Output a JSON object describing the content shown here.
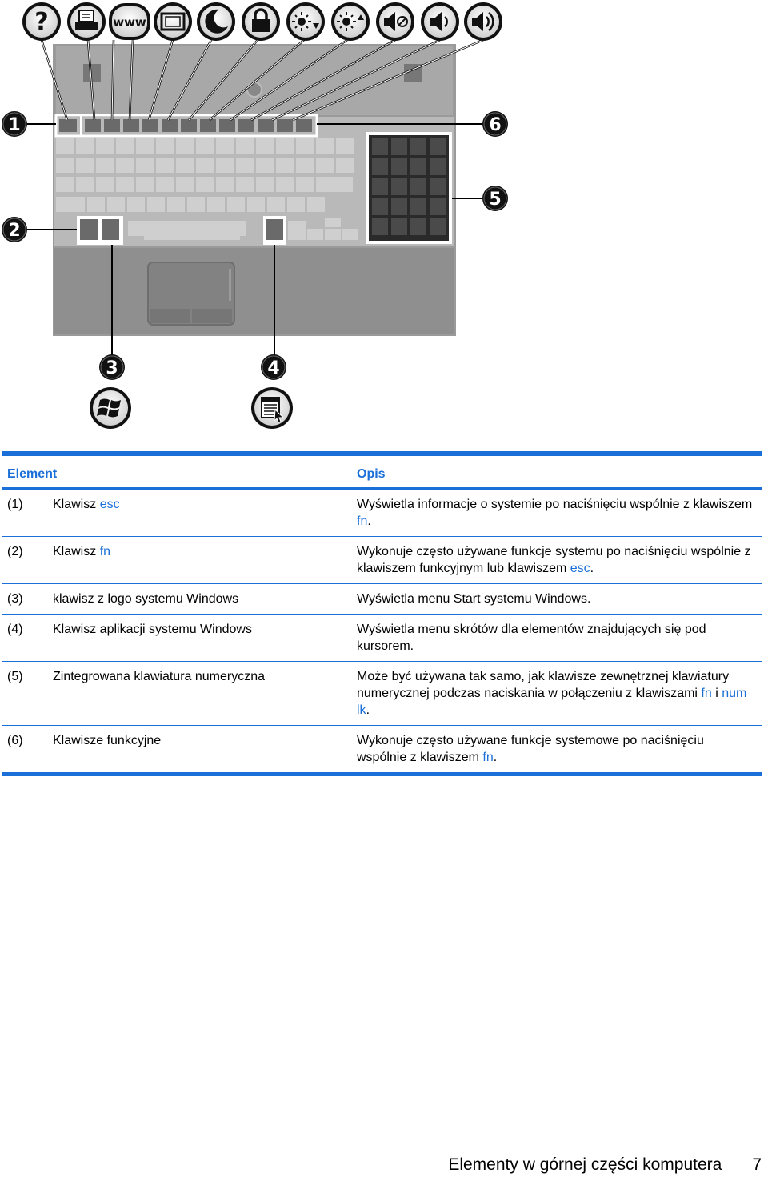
{
  "table": {
    "header": {
      "element": "Element",
      "description": "Opis"
    },
    "rows": [
      {
        "num": "(1)",
        "el_pre": "Klawisz ",
        "el_key": "esc",
        "desc_pre": "Wyświetla informacje o systemie po naciśnięciu wspólnie z klawiszem ",
        "desc_key": "fn",
        "desc_post": "."
      },
      {
        "num": "(2)",
        "el_pre": "Klawisz ",
        "el_key": "fn",
        "desc_pre": "Wykonuje często używane funkcje systemu po naciśnięciu wspólnie z klawiszem funkcyjnym lub klawiszem ",
        "desc_key": "esc",
        "desc_post": "."
      },
      {
        "num": "(3)",
        "el_pre": "klawisz z logo systemu Windows",
        "desc_pre": "Wyświetla menu Start systemu Windows."
      },
      {
        "num": "(4)",
        "el_pre": "Klawisz aplikacji systemu Windows",
        "desc_pre": "Wyświetla menu skrótów dla elementów znajdujących się pod kursorem."
      },
      {
        "num": "(5)",
        "el_pre": "Zintegrowana klawiatura numeryczna",
        "desc_pre": "Może być używana tak samo, jak klawisze zewnętrznej klawiatury numerycznej podczas naciskania w połączeniu z klawiszami ",
        "desc_key": "fn",
        "desc_mid": " i ",
        "desc_key2": "num lk",
        "desc_post": "."
      },
      {
        "num": "(6)",
        "el_pre": "Klawisze funkcyjne",
        "desc_pre": "Wykonuje często używane funkcje systemowe po naciśnięciu wspólnie z klawiszem ",
        "desc_key": "fn",
        "desc_post": "."
      }
    ]
  },
  "figure": {
    "callouts": [
      "1",
      "2",
      "3",
      "4",
      "5",
      "6"
    ],
    "top_icons": [
      "help-icon",
      "print-icon",
      "www-icon",
      "display-icon",
      "sleep-icon",
      "lock-icon",
      "brightness-down-icon",
      "brightness-up-icon",
      "mute-icon",
      "volume-down-icon",
      "volume-up-icon"
    ],
    "www_text": "www"
  },
  "footer": {
    "title": "Elementy w górnej części komputera",
    "page": "7"
  },
  "colors": {
    "accent": "#1a6fd8",
    "keyboard": "#8e8e8e",
    "keys": "#6a6a6a"
  }
}
